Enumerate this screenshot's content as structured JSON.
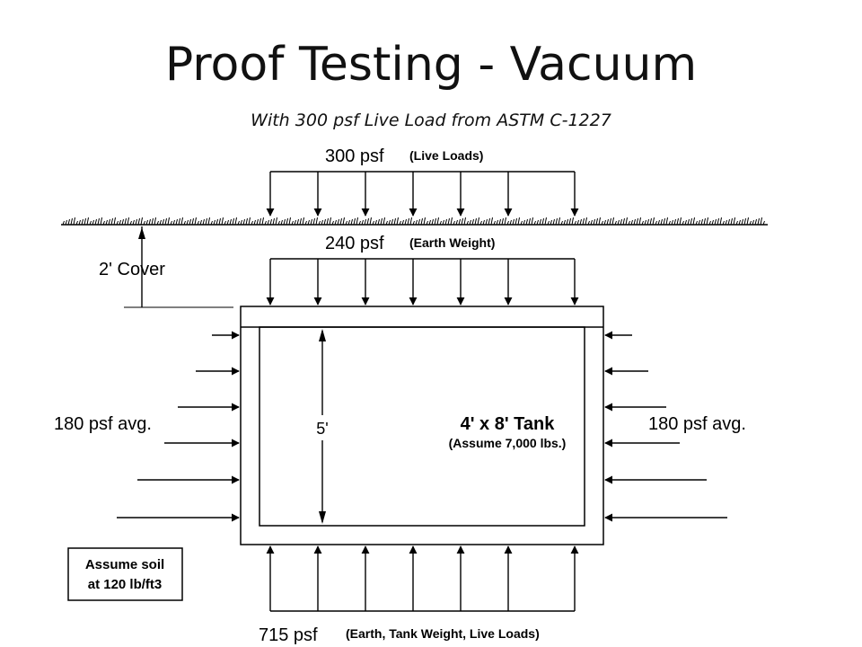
{
  "slide": {
    "title": "Proof Testing - Vacuum",
    "subtitle": "With 300 psf Live Load from ASTM C-1227"
  },
  "diagram": {
    "live_load_value": "300 psf",
    "live_load_note": "(Live Loads)",
    "earth_weight_value": "240 psf",
    "earth_weight_note": "(Earth Weight)",
    "cover_label": "2' Cover",
    "lateral_left": "180 psf avg.",
    "lateral_right": "180 psf avg.",
    "height_dim": "5'",
    "tank_label": "4' x 8' Tank",
    "tank_note": "(Assume 7,000 lbs.)",
    "soil_note_line1": "Assume soil",
    "soil_note_line2": "at 120 lb/ft3",
    "bottom_value": "715 psf",
    "bottom_note": "(Earth, Tank Weight, Live Loads)"
  }
}
